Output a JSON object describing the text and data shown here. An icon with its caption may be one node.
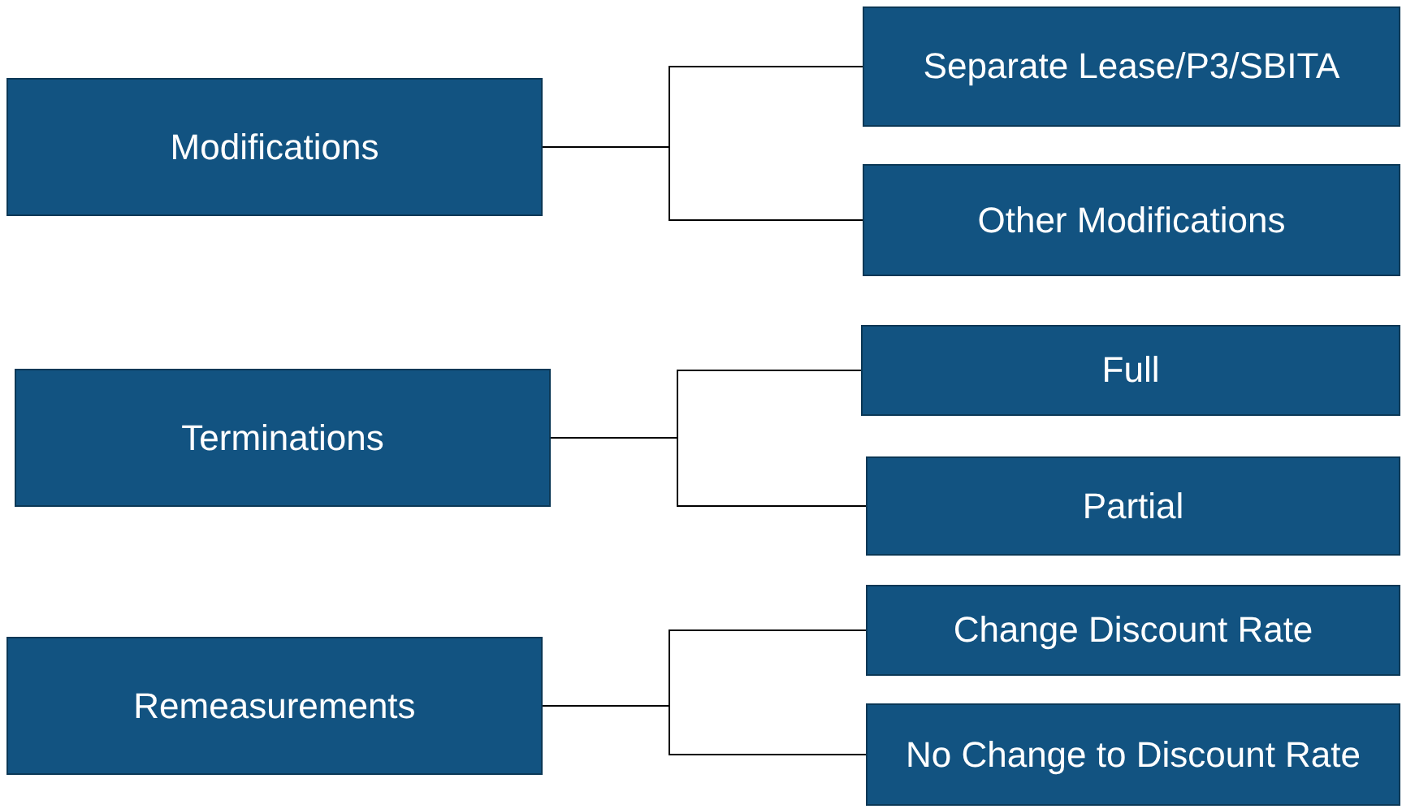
{
  "diagram": {
    "nodes": [
      {
        "text": [
          "Modifications"
        ]
      },
      {
        "text": [
          "Separate Lease/P3/SBITA"
        ]
      },
      {
        "text": [
          "Other Modifications"
        ]
      },
      {
        "text": [
          "Terminations"
        ]
      },
      {
        "text": [
          "Full"
        ]
      },
      {
        "text": [
          "Partial"
        ]
      },
      {
        "text": [
          "Remeasurements"
        ]
      },
      {
        "text": [
          "Change Discount Rate"
        ]
      },
      {
        "text": [
          "No Change to Discount Rate"
        ]
      }
    ],
    "edges": [
      {
        "from": 0,
        "to": 1,
        "arrow": "none"
      },
      {
        "from": 0,
        "to": 2,
        "arrow": "none"
      },
      {
        "from": 3,
        "to": 4,
        "arrow": "none"
      },
      {
        "from": 3,
        "to": 5,
        "arrow": "none"
      },
      {
        "from": 6,
        "to": 7,
        "arrow": "none"
      },
      {
        "from": 6,
        "to": 8,
        "arrow": "none"
      }
    ]
  }
}
